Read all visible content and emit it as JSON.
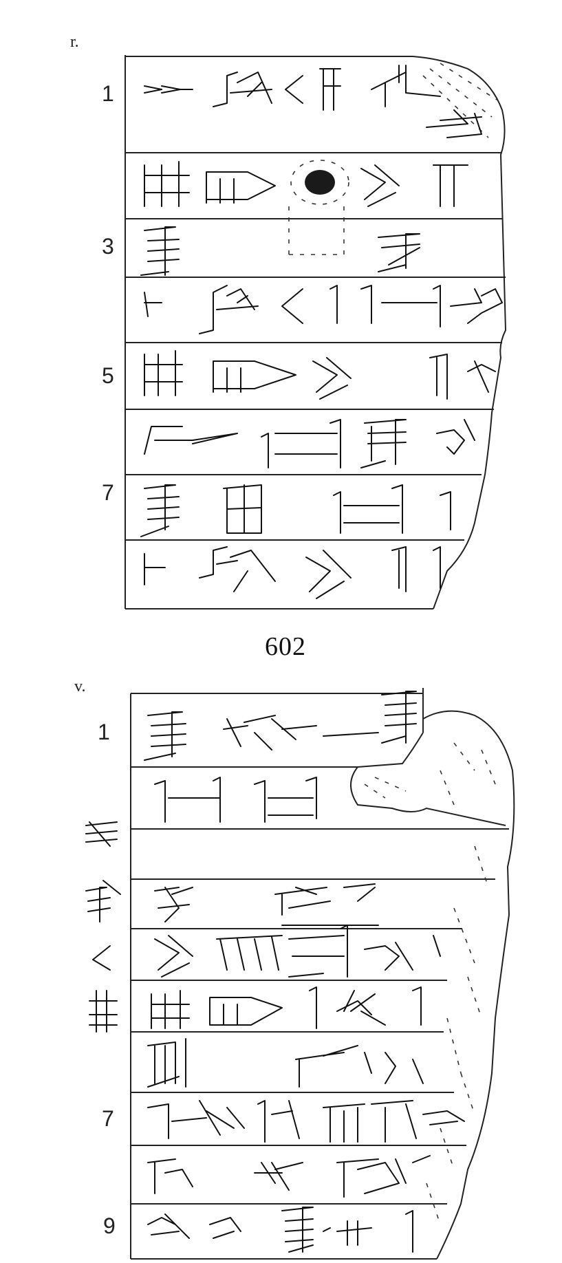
{
  "figure": {
    "catalog_number": "602",
    "obverse": {
      "side_label": "r.",
      "line_numbers": [
        "1",
        "3",
        "5",
        "7"
      ]
    },
    "reverse": {
      "side_label": "v.",
      "line_numbers": [
        "1",
        "7",
        "9"
      ]
    }
  },
  "colors": {
    "ink": "#111111",
    "paper": "#ffffff",
    "hole_fill": "#1a1a1a"
  }
}
